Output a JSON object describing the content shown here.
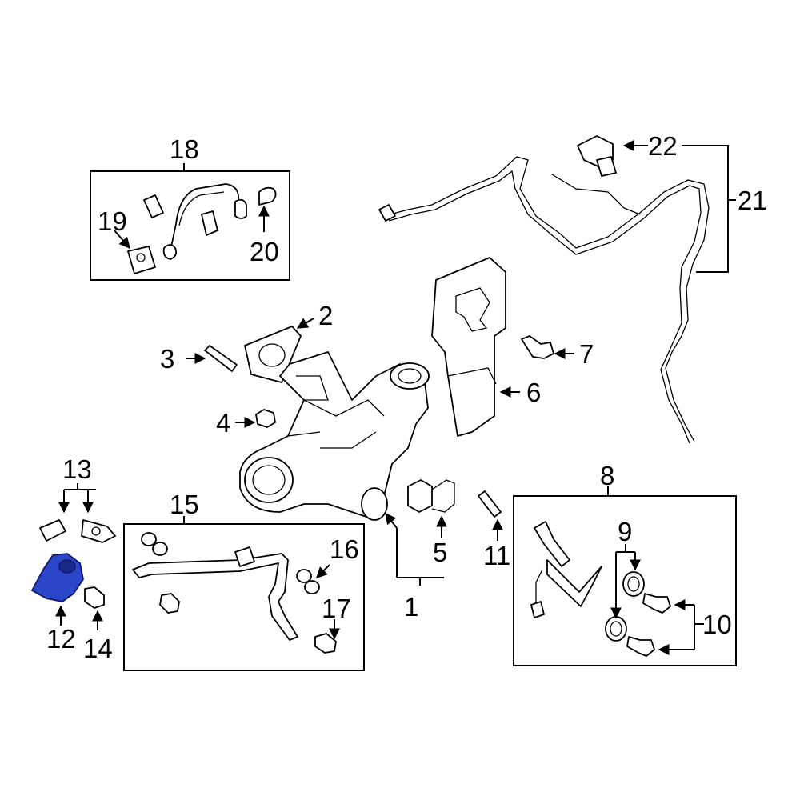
{
  "callouts": {
    "c1": "1",
    "c2": "2",
    "c3": "3",
    "c4": "4",
    "c5": "5",
    "c6": "6",
    "c7": "7",
    "c8": "8",
    "c9": "9",
    "c10": "10",
    "c11": "11",
    "c12": "12",
    "c13": "13",
    "c14": "14",
    "c15": "15",
    "c16": "16",
    "c17": "17",
    "c18": "18",
    "c19": "19",
    "c20": "20",
    "c21": "21",
    "c22": "22"
  },
  "highlight": {
    "part": "12",
    "color": "#2c46c9"
  }
}
